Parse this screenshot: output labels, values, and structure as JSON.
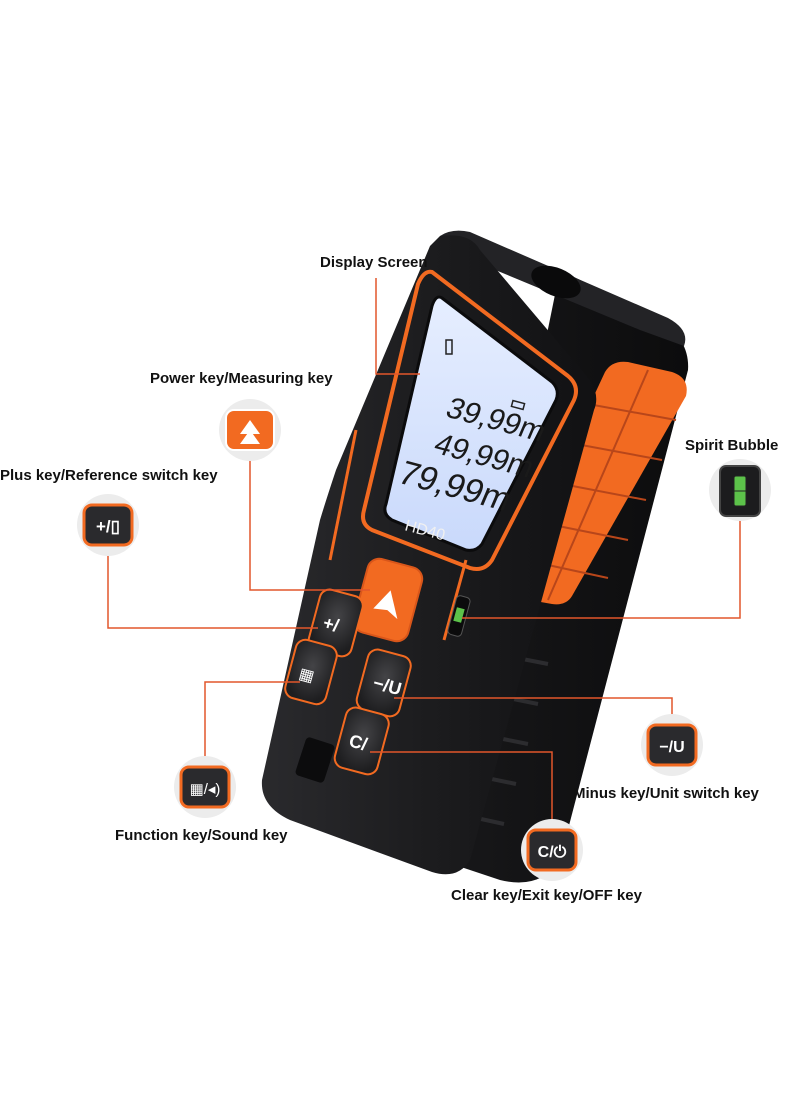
{
  "callouts": {
    "display_screen": "Display Screen",
    "power_key": "Power key/Measuring key",
    "plus_key": "Plus key/Reference switch key",
    "spirit_bubble": "Spirit Bubble",
    "minus_key": "Minus key/Unit switch key",
    "function_key": "Function key/Sound key",
    "clear_key": "Clear key/Exit key/OFF key"
  },
  "screen": {
    "line1": "39,99m",
    "line2": "49,99m",
    "line3": "79,99m"
  },
  "device": {
    "model": "HD40"
  },
  "keys": {
    "plus": "+/",
    "minus": "−/U",
    "clear": "C/⏻",
    "function": "▦/🔊"
  },
  "colors": {
    "accent": "#f26a21",
    "body": "#1e1e20",
    "lcd": "#d6e4ff",
    "leader": "#e2562b"
  }
}
